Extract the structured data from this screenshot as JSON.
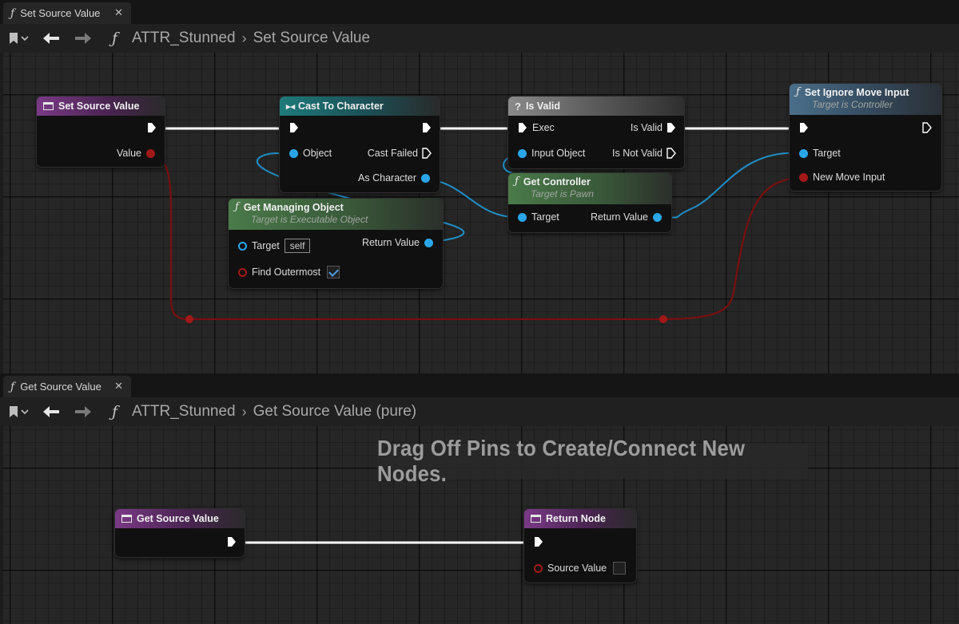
{
  "top_panel": {
    "tab_label": "Set Source Value",
    "breadcrumb": [
      "ATTR_Stunned",
      "Set Source Value"
    ],
    "nodes": {
      "set_source_value": {
        "title": "Set Source Value",
        "pins": {
          "value": "Value"
        }
      },
      "cast_to_character": {
        "title": "Cast To Character",
        "pins": {
          "object": "Object",
          "cast_failed": "Cast Failed",
          "as_character": "As Character"
        }
      },
      "is_valid": {
        "title": "Is Valid",
        "pins": {
          "exec": "Exec",
          "is_valid": "Is Valid",
          "input_object": "Input Object",
          "is_not_valid": "Is Not Valid"
        }
      },
      "set_ignore_move_input": {
        "title": "Set Ignore Move Input",
        "subtitle": "Target is Controller",
        "pins": {
          "target": "Target",
          "new_move_input": "New Move Input"
        }
      },
      "get_managing_object": {
        "title": "Get Managing Object",
        "subtitle": "Target is Executable Object",
        "pins": {
          "target": "Target",
          "target_value": "self",
          "return_value": "Return Value",
          "find_outermost": "Find Outermost"
        },
        "find_outermost_checked": true
      },
      "get_controller": {
        "title": "Get Controller",
        "subtitle": "Target is Pawn",
        "pins": {
          "target": "Target",
          "return_value": "Return Value"
        }
      }
    }
  },
  "bottom_panel": {
    "tab_label": "Get Source Value",
    "breadcrumb": [
      "ATTR_Stunned",
      "Get Source Value (pure)"
    ],
    "hint": "Drag Off Pins to Create/Connect New Nodes.",
    "nodes": {
      "get_source_value": {
        "title": "Get Source Value"
      },
      "return_node": {
        "title": "Return Node",
        "pins": {
          "source_value": "Source Value"
        },
        "source_value_checked": false
      }
    }
  },
  "colors": {
    "object_pin": "#2aa6e8",
    "bool_pin": "#a11818",
    "exec_wire": "#ffffff",
    "function_header": "#7a3a86",
    "cast_header": "#1e7a7a",
    "pure_header": "#4a7a4a",
    "call_header": "#4a6e8a"
  },
  "icons": [
    "bookmark-icon",
    "chevron-down-icon",
    "back-arrow-icon",
    "forward-arrow-icon",
    "function-icon",
    "close-icon",
    "event-icon",
    "cast-icon",
    "question-icon",
    "exec-pin-icon",
    "checkbox-icon"
  ]
}
